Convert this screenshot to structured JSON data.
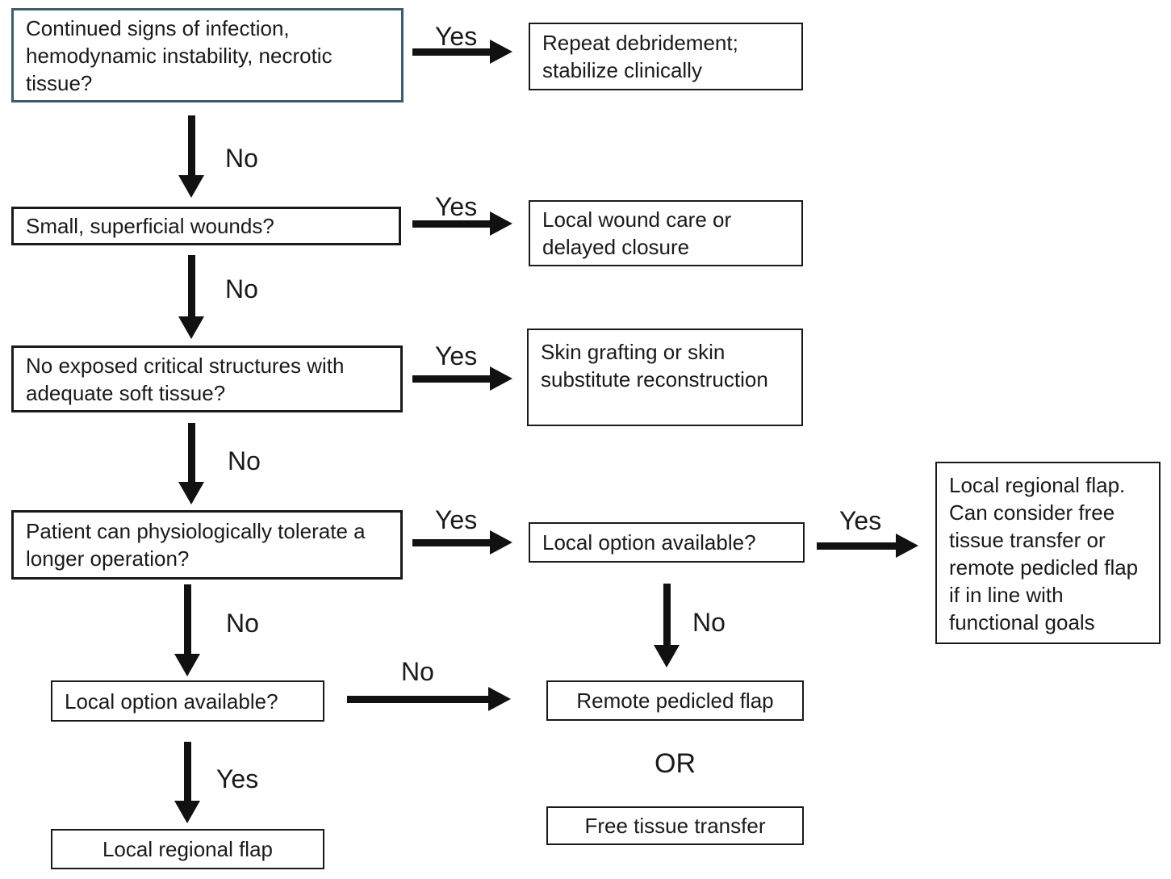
{
  "diagram": {
    "type": "flowchart",
    "topic": "Wound reconstruction decision algorithm",
    "colors": {
      "background": "#ffffff",
      "box_border": "#1a1a1a",
      "first_box_border": "#3e5c6b",
      "arrow": "#111111",
      "text": "#1a1a1a"
    },
    "nodes": {
      "continued_infection": {
        "text": "Continued signs of infection,\nhemodynamic instability, necrotic\ntissue?"
      },
      "repeat_debridement": {
        "text": "Repeat debridement;\nstabilize clinically"
      },
      "small_wounds": {
        "text": "Small, superficial wounds?"
      },
      "local_wound_care": {
        "text": "Local wound care or\ndelayed closure"
      },
      "no_exposed": {
        "text": "No exposed critical structures with\nadequate soft tissue?"
      },
      "skin_grafting": {
        "text": "Skin grafting or skin\nsubstitute reconstruction"
      },
      "tolerate_operation": {
        "text": "Patient can physiologically tolerate a\nlonger operation?"
      },
      "local_option_mid": {
        "text": "Local option available?"
      },
      "local_regional_consider": {
        "text": "Local regional flap.\nCan consider free\ntissue transfer or\nremote pedicled flap\nif in line with\nfunctional goals"
      },
      "local_option_left": {
        "text": "Local option available?"
      },
      "remote_pedicled": {
        "text": "Remote pedicled flap"
      },
      "free_tissue": {
        "text": "Free tissue transfer"
      },
      "local_regional_bottom": {
        "text": "Local regional flap"
      },
      "or_connector": "OR"
    },
    "edges": [
      {
        "from": "continued_infection",
        "to": "repeat_debridement",
        "direction": "right",
        "label": "Yes"
      },
      {
        "from": "continued_infection",
        "to": "small_wounds",
        "direction": "down",
        "label": "No"
      },
      {
        "from": "small_wounds",
        "to": "local_wound_care",
        "direction": "right",
        "label": "Yes"
      },
      {
        "from": "small_wounds",
        "to": "no_exposed",
        "direction": "down",
        "label": "No"
      },
      {
        "from": "no_exposed",
        "to": "skin_grafting",
        "direction": "right",
        "label": "Yes"
      },
      {
        "from": "no_exposed",
        "to": "tolerate_operation",
        "direction": "down",
        "label": "No"
      },
      {
        "from": "tolerate_operation",
        "to": "local_option_mid",
        "direction": "right",
        "label": "Yes"
      },
      {
        "from": "tolerate_operation",
        "to": "local_option_left",
        "direction": "down",
        "label": "No"
      },
      {
        "from": "local_option_mid",
        "to": "local_regional_consider",
        "direction": "right",
        "label": "Yes"
      },
      {
        "from": "local_option_mid",
        "to": "remote_pedicled",
        "direction": "down",
        "label": "No"
      },
      {
        "from": "local_option_left",
        "to": "remote_pedicled",
        "direction": "right",
        "label": "No"
      },
      {
        "from": "local_option_left",
        "to": "local_regional_bottom",
        "direction": "down",
        "label": "Yes"
      }
    ]
  }
}
